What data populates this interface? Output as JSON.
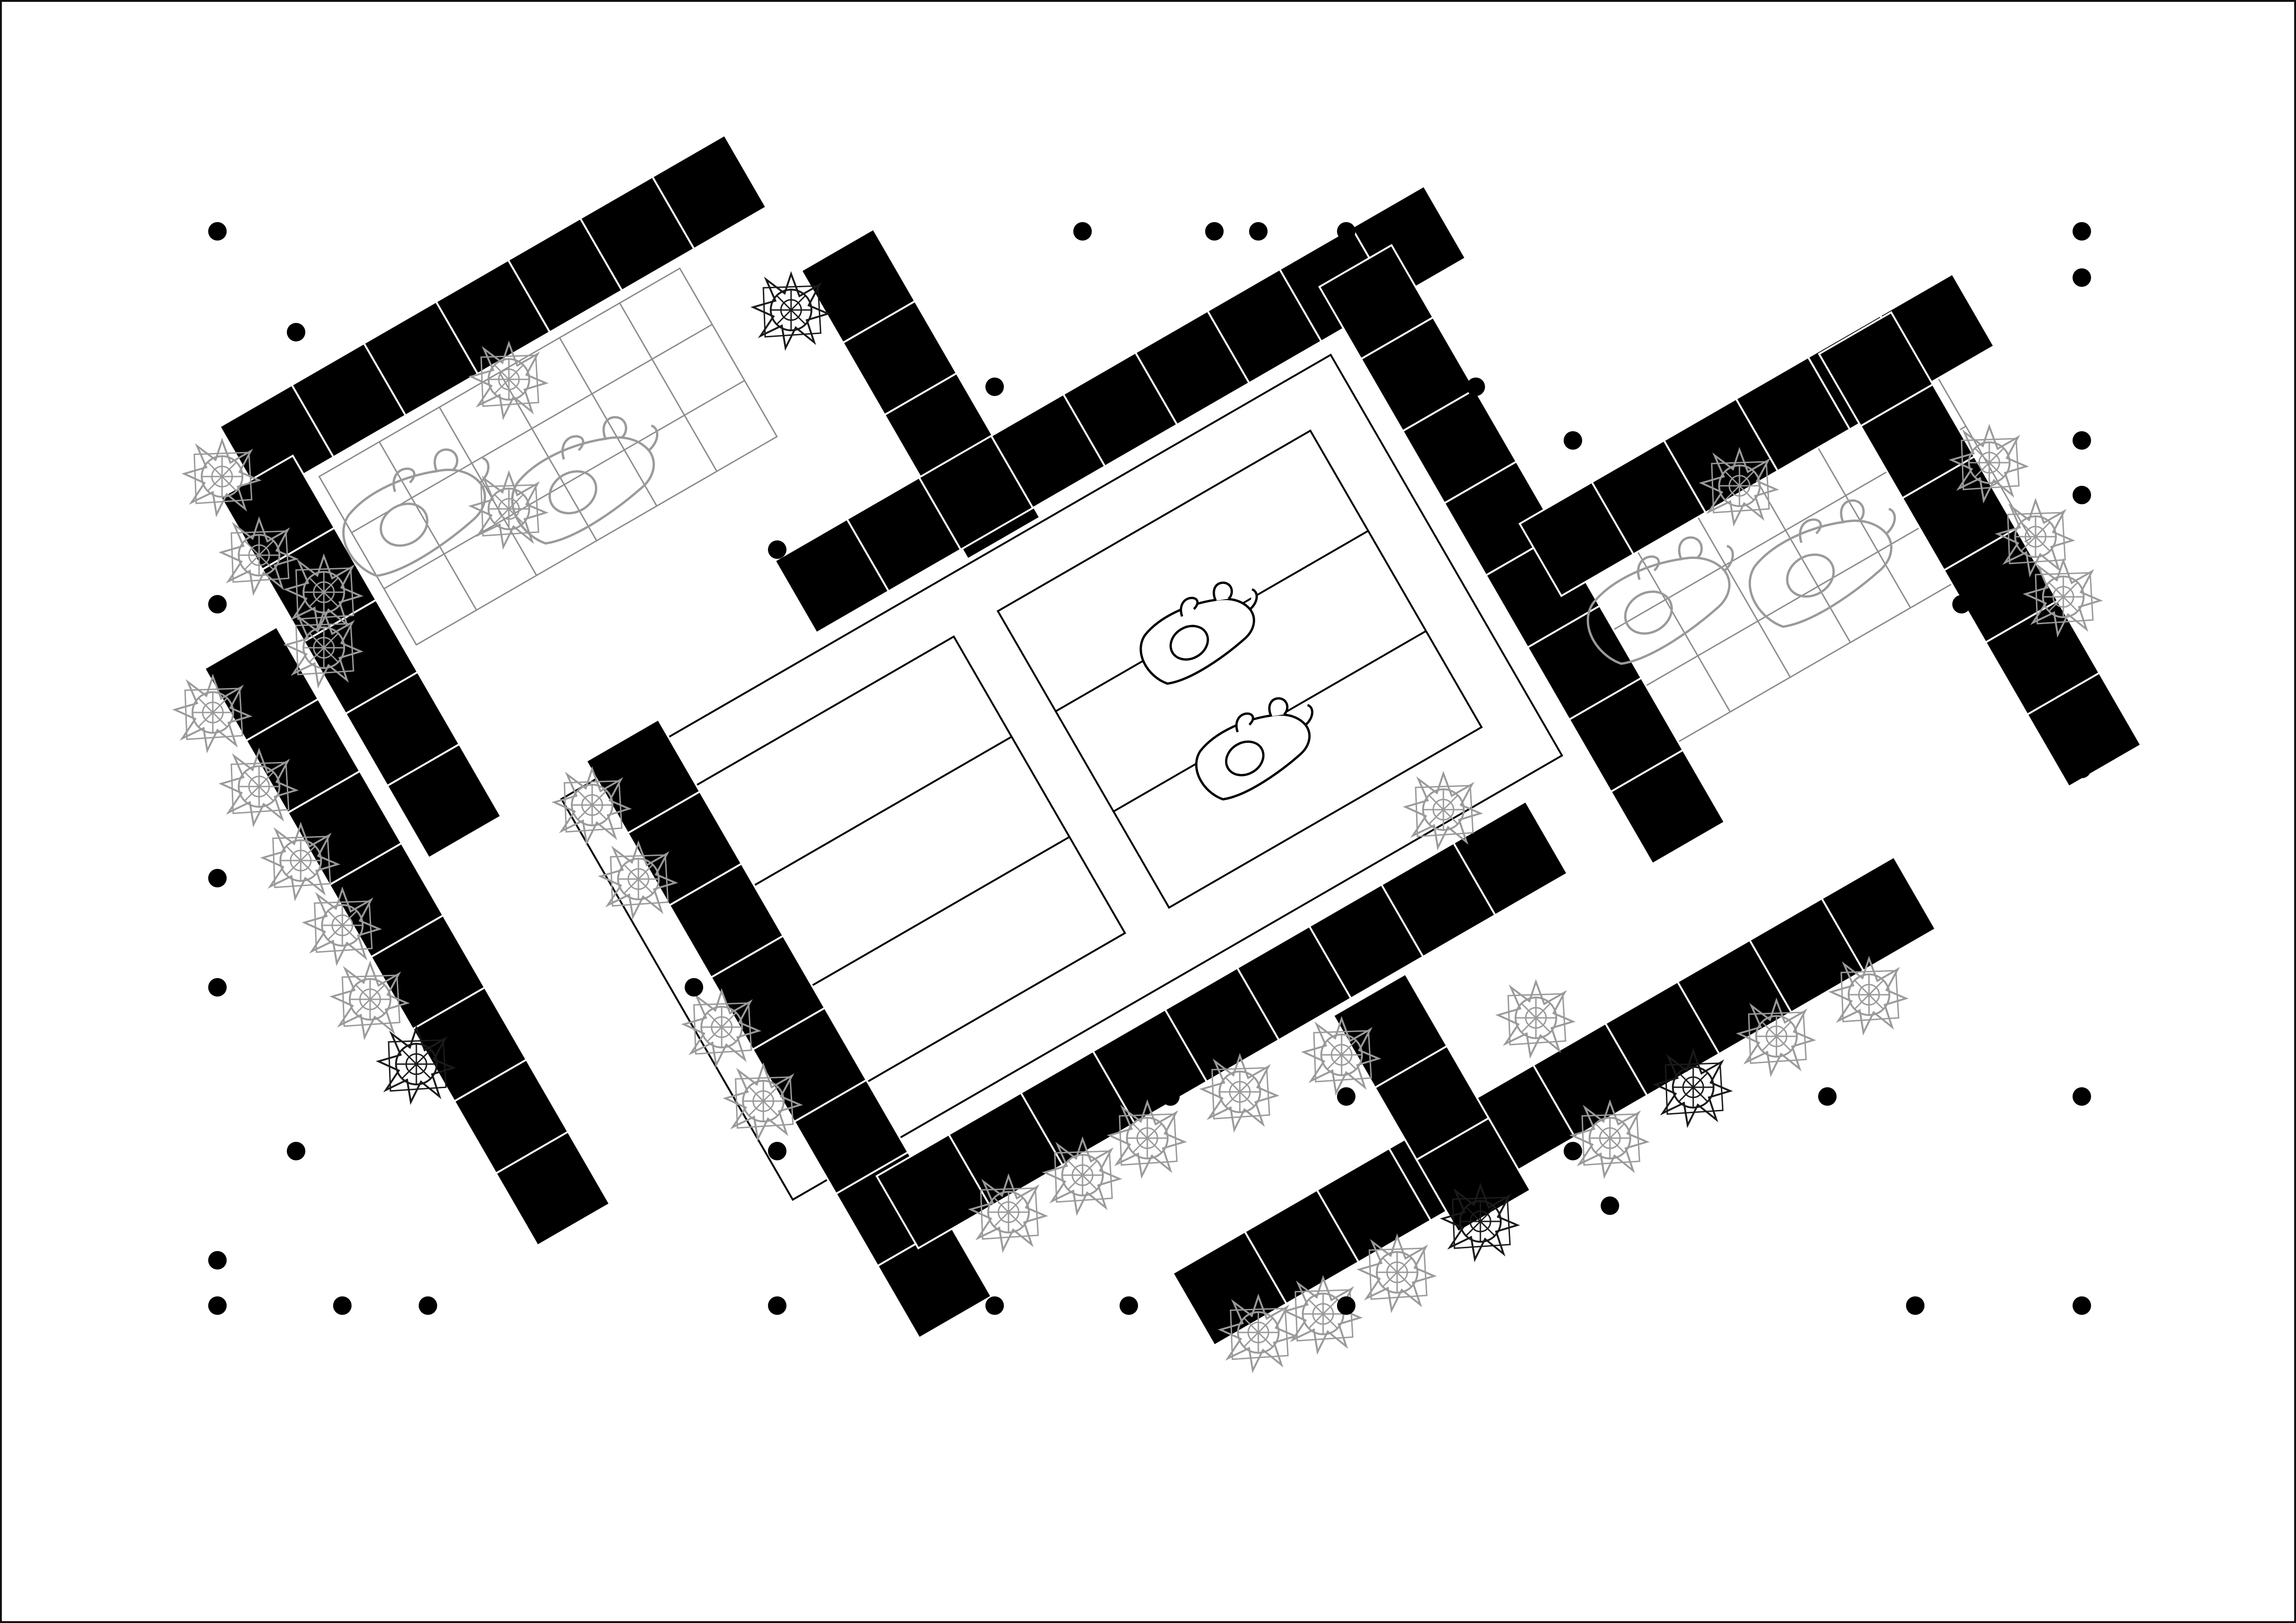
{
  "drawing": {
    "type": "architectural floor plan (top view)",
    "colors": {
      "background": "#ffffff",
      "bench": "#000000",
      "column": "#000000",
      "outline": "#000000",
      "grid": "#8c8c8c",
      "figure_gray": "#9a9a9a",
      "figure_dark": "#1a1a1a"
    },
    "icons": {
      "column": "filled-circle",
      "plant": "ornamental-rosette",
      "seated_person": "person-top-view",
      "bench_module": "black-square-tile"
    },
    "elements": {
      "central_platform": "central-platform",
      "bench_rows": "bench-rows",
      "columns": "column-grid",
      "plants": "plants",
      "people": "seated-people"
    }
  }
}
